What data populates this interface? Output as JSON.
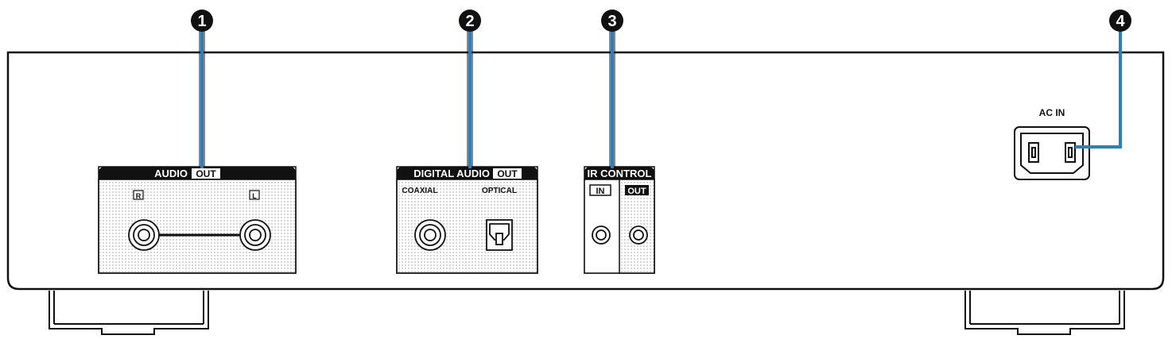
{
  "callouts": [
    {
      "number": "1",
      "glyph": "❶"
    },
    {
      "number": "2",
      "glyph": "❷"
    },
    {
      "number": "3",
      "glyph": "❸"
    },
    {
      "number": "4",
      "glyph": "❹"
    }
  ],
  "audio_out": {
    "label": "AUDIO",
    "label_boxed": "OUT",
    "right": "R",
    "left": "L"
  },
  "digital_audio_out": {
    "label": "DIGITAL AUDIO",
    "label_boxed": "OUT",
    "coaxial": "COAXIAL",
    "optical": "OPTICAL"
  },
  "ir_control": {
    "label": "IR CONTROL",
    "in": "IN",
    "out": "OUT"
  },
  "ac_in": {
    "label": "AC IN"
  },
  "colors": {
    "callout_line": "#2a7fc1",
    "outline": "#111111",
    "panel_header": "#111111",
    "panel_fill": "#f2f2f2"
  }
}
